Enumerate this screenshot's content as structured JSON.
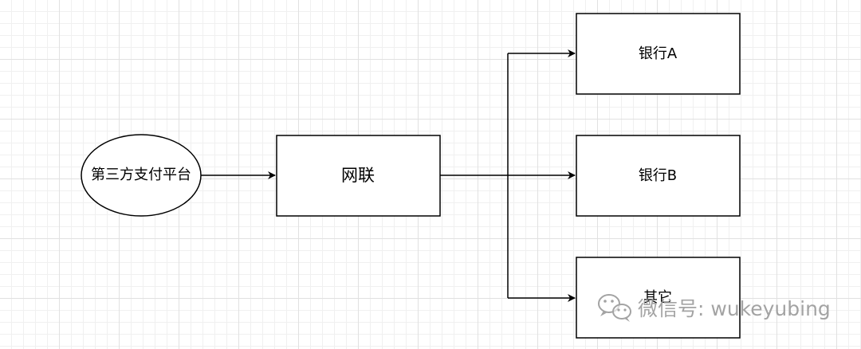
{
  "diagram": {
    "nodes": {
      "source": {
        "label": "第三方支付平台",
        "shape": "ellipse"
      },
      "hub": {
        "label": "网联",
        "shape": "rectangle"
      },
      "bank_a": {
        "label": "银行A",
        "shape": "rectangle"
      },
      "bank_b": {
        "label": "银行B",
        "shape": "rectangle"
      },
      "other": {
        "label": "其它",
        "shape": "rectangle"
      }
    },
    "edges": [
      {
        "from": "source",
        "to": "hub"
      },
      {
        "from": "hub",
        "to": "bank_a"
      },
      {
        "from": "hub",
        "to": "bank_b"
      },
      {
        "from": "hub",
        "to": "other"
      }
    ]
  },
  "watermark": {
    "text": "微信号: wukeyubing",
    "icon": "wechat-icon"
  },
  "colors": {
    "stroke": "#000000",
    "grid": "#e1e1e1",
    "watermark": "#9a9a9a"
  }
}
